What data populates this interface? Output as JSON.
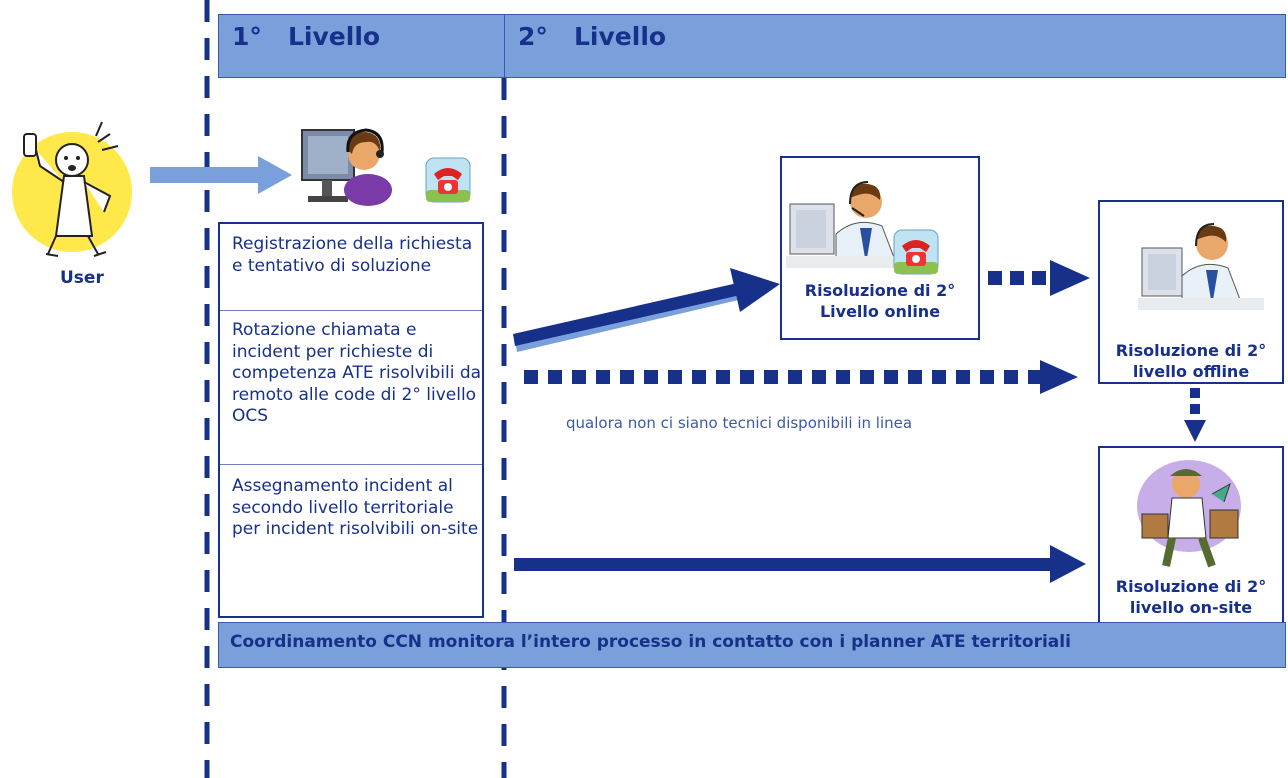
{
  "header": {
    "level1": "1°   Livello",
    "level2": "2°   Livello"
  },
  "user": {
    "label": "User",
    "icon": "stressed-user-icon"
  },
  "steps": [
    {
      "text": "Registrazione della richiesta e tentativo di soluzione"
    },
    {
      "text": "Rotazione chiamata e incident per richieste di competenza ATE risolvibili da remoto alle code di 2°   livello OCS"
    },
    {
      "text": "Assegnamento incident al secondo livello territoriale per incident risolvibili on-site"
    }
  ],
  "resolutions": {
    "online": "Risoluzione di 2° Livello online",
    "offline": "Risoluzione di 2° livello offline",
    "onsite": "Risoluzione di 2° livello on-site"
  },
  "note": "qualora non ci siano tecnici disponibili in linea",
  "coordination": "Coordinamento CCN monitora l’intero processo in contatto con i planner ATE territoriali",
  "icons": {
    "operator": "call-center-operator-icon",
    "phone": "red-phone-icon",
    "technician": "support-technician-icon",
    "field_technician": "field-technician-icon"
  },
  "colors": {
    "navy": "#17308a",
    "header_fill": "#7aa0dc",
    "arrow_dark": "#17308a",
    "arrow_light": "#7aa0dc"
  }
}
